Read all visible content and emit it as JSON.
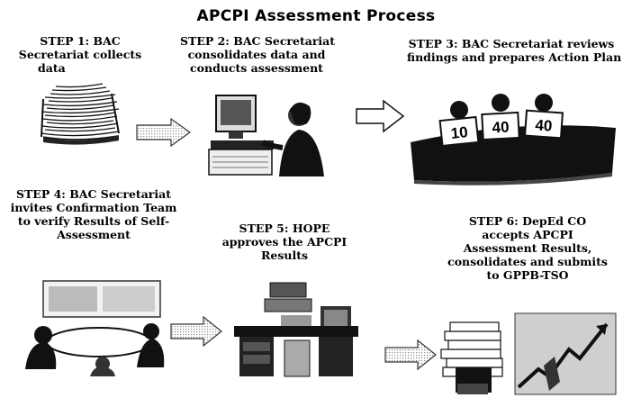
{
  "title": "APCPI Assessment Process",
  "steps": [
    {
      "lines": [
        "STEP 1:  BAC",
        "Secretariat collects",
        "data"
      ]
    },
    {
      "lines": [
        "STEP 2: BAC Secretariat",
        "consolidates data  and",
        "conducts assessment"
      ]
    },
    {
      "lines": [
        "STEP 3: BAC Secretariat reviews",
        "findings and prepares Action Plan"
      ]
    },
    {
      "lines": [
        "STEP 4: BAC Secretariat",
        "invites Confirmation Team",
        "to verify Results of  Self-",
        "Assessment"
      ]
    },
    {
      "lines": [
        "STEP 5:  HOPE",
        "approves the APCPI",
        "Results"
      ]
    },
    {
      "lines": [
        "STEP 6: DepEd CO",
        "accepts  APCPI",
        "Assessment Results,",
        "consolidates and submits",
        "to GPPB-TSO"
      ]
    }
  ],
  "scorecards": [
    "10",
    "40",
    "40"
  ],
  "icons": [
    "paper-stack-icon",
    "computer-worker-icon",
    "judges-panel-icon",
    "meeting-room-icon",
    "office-desk-icon",
    "documents-chart-icon",
    "right-arrow-icon"
  ]
}
